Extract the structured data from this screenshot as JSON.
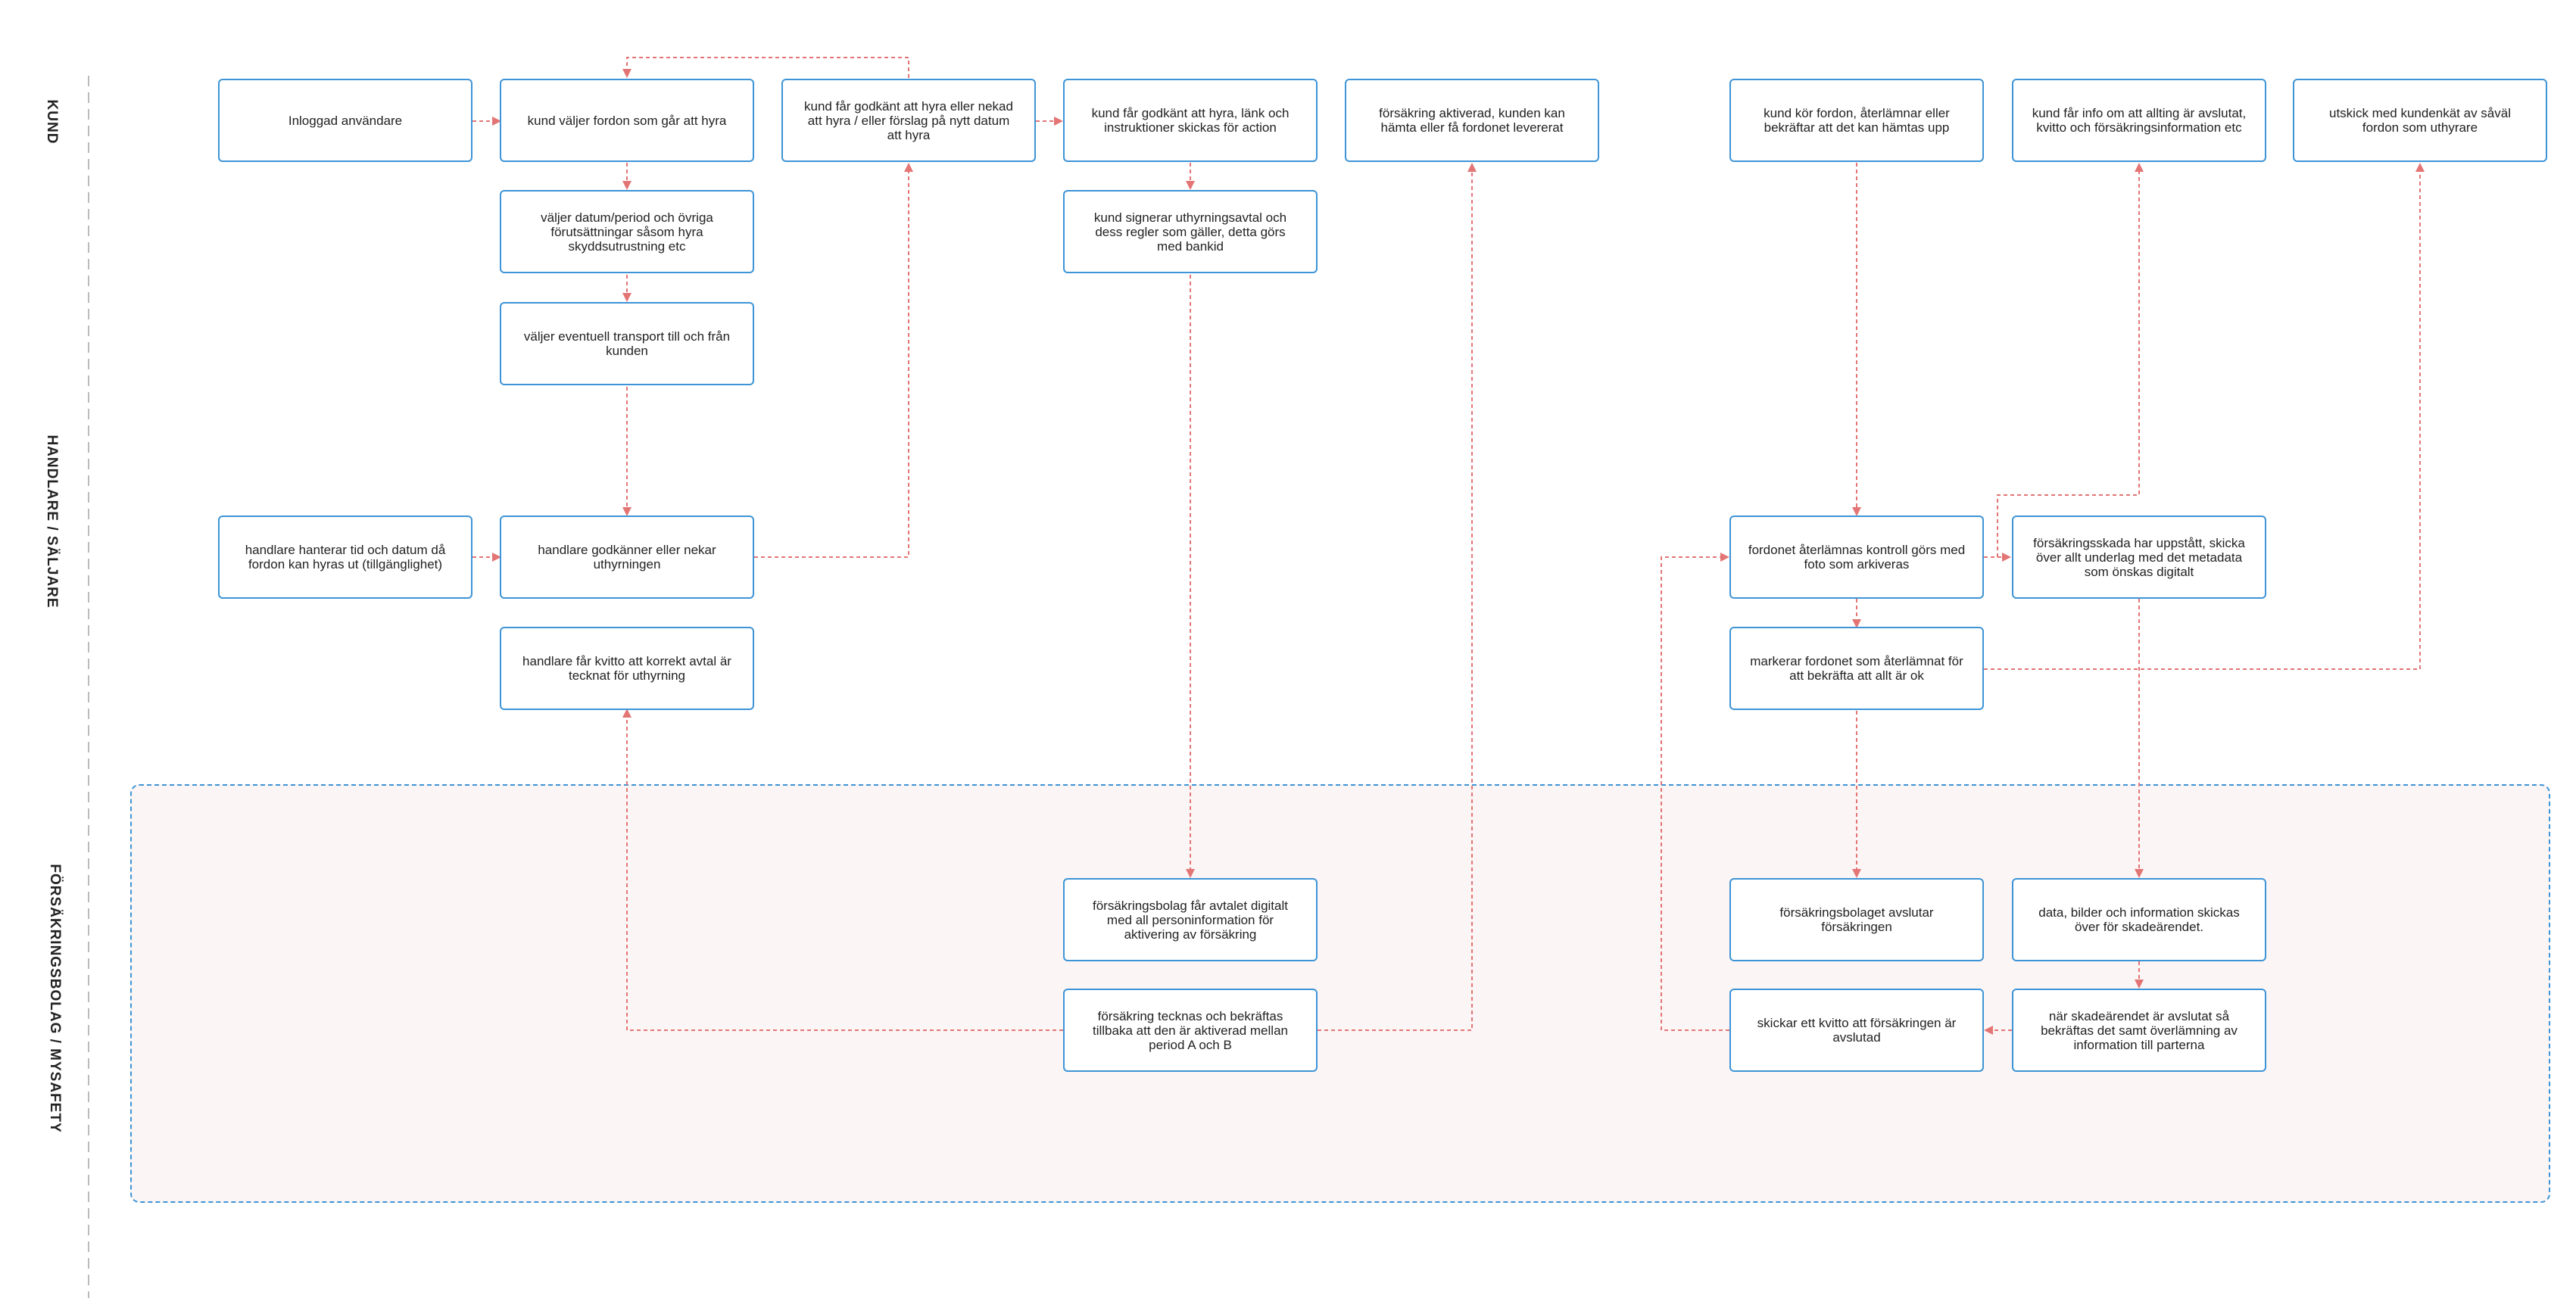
{
  "lanes": {
    "kund": "KUND",
    "handlare": "HANDLARE / SÄLJARE",
    "forsakring": "FÖRSÄKRINGSBOLAG / MYSAFETY"
  },
  "colors": {
    "box_border": "#3d94d6",
    "arrow": "#e37575",
    "zone_fill": "#fcf5f5",
    "zone_border": "#3d94d6",
    "lane_divider": "#bbbbbb"
  },
  "nodes": {
    "inloggad": "Inloggad användare",
    "valjer_fordon": "kund väljer fordon som går att hyra",
    "godkant_nekat": "kund får godkänt att hyra eller nekad att hyra / eller förslag på nytt datum att hyra",
    "godkant_lank": "kund får godkänt att hyra, länk och instruktioner skickas för action",
    "forsakring_aktiverad": "försäkring aktiverad, kunden kan hämta eller få fordonet levererat",
    "kund_kor": "kund kör fordon, återlämnar eller bekräftar att det kan hämtas upp",
    "kund_info": "kund får info om att allting är avslutat, kvitto och försäkringsinformation etc",
    "utskick": "utskick med kundenkät av såväl fordon som uthyrare",
    "valjer_datum": "väljer datum/period och övriga förutsättningar såsom hyra skyddsutrustning etc",
    "signerar": "kund signerar uthyrningsavtal och dess regler som gäller, detta görs med bankid",
    "transport": "väljer eventuell transport till och från kunden",
    "hanterar_tid": "handlare hanterar tid och datum då fordon kan hyras ut (tillgänglighet)",
    "godkanner": "handlare godkänner eller nekar uthyrningen",
    "kvitto_handlare": "handlare får kvitto att korrekt avtal är tecknat för uthyrning",
    "aterlamnas": "fordonet återlämnas kontroll görs med foto som arkiveras",
    "skada": "försäkringsskada har uppstått, skicka över allt underlag med det metadata som önskas digitalt",
    "markerar": "markerar fordonet som återlämnat för att bekräfta att allt är ok",
    "avtalet_digitalt": "försäkringsbolag får avtalet digitalt med all personinformation för aktivering av försäkring",
    "avslutar": "försäkringsbolaget avslutar försäkringen",
    "data_bilder": "data, bilder och information skickas över för skadeärendet.",
    "tecknas": "försäkring tecknas och bekräftas tillbaka att den är aktiverad mellan period A och B",
    "kvitto_avslutad": "skickar ett kvitto att försäkringen är avslutad",
    "skadearende": "när skadeärendet är avslutat så bekräftas det samt överlämning av information till parterna"
  }
}
